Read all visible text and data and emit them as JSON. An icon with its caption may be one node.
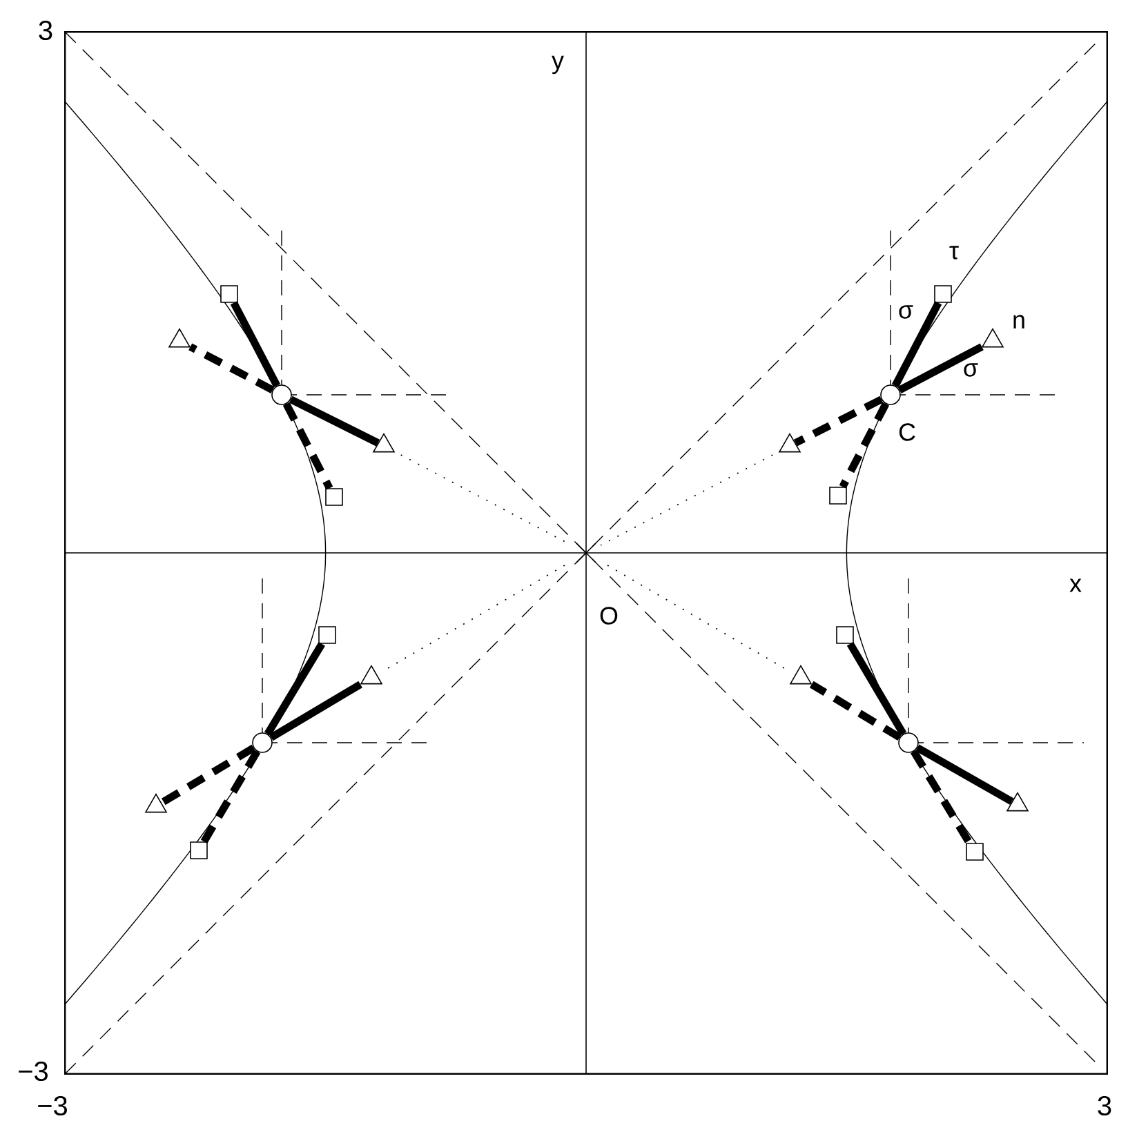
{
  "diagram": {
    "nodes": [
      {
        "text": [],
        "shape": "circle"
      },
      {
        "text": [],
        "shape": "box"
      },
      {
        "text": [],
        "shape": "triangle"
      },
      {
        "text": [],
        "shape": "triangle"
      },
      {
        "text": [],
        "shape": "box"
      },
      {
        "text": [],
        "shape": "circle",
        "beside": [
          "C"
        ]
      },
      {
        "text": [],
        "shape": "box",
        "beside": [
          "τ"
        ]
      },
      {
        "text": [],
        "shape": "triangle",
        "beside": [
          "n"
        ]
      },
      {
        "text": [],
        "shape": "triangle"
      },
      {
        "text": [],
        "shape": "box"
      },
      {
        "text": [],
        "shape": "circle"
      },
      {
        "text": [],
        "shape": "box"
      },
      {
        "text": [],
        "shape": "triangle"
      },
      {
        "text": [],
        "shape": "triangle"
      },
      {
        "text": [],
        "shape": "box"
      },
      {
        "text": [],
        "shape": "circle"
      },
      {
        "text": [],
        "shape": "box"
      },
      {
        "text": [],
        "shape": "triangle"
      },
      {
        "text": [],
        "shape": "triangle"
      },
      {
        "text": [],
        "shape": "box"
      }
    ],
    "edges": [
      {
        "from": 0,
        "to": 1,
        "arrow": "none"
      },
      {
        "from": 0,
        "to": 2,
        "arrow": "none"
      },
      {
        "from": 0,
        "to": 3,
        "arrow": "none",
        "style": "dashed"
      },
      {
        "from": 0,
        "to": 4,
        "arrow": "none",
        "style": "dashed"
      },
      {
        "from": 5,
        "to": 6,
        "arrow": "none"
      },
      {
        "from": 5,
        "to": 7,
        "arrow": "none"
      },
      {
        "from": 5,
        "to": 8,
        "arrow": "none",
        "style": "dashed"
      },
      {
        "from": 5,
        "to": 9,
        "arrow": "none",
        "style": "dashed"
      },
      {
        "from": 10,
        "to": 11,
        "arrow": "none"
      },
      {
        "from": 10,
        "to": 12,
        "arrow": "none"
      },
      {
        "from": 10,
        "to": 13,
        "arrow": "none",
        "style": "dashed"
      },
      {
        "from": 10,
        "to": 14,
        "arrow": "none",
        "style": "dashed"
      },
      {
        "from": 15,
        "to": 16,
        "arrow": "none"
      },
      {
        "from": 15,
        "to": 17,
        "arrow": "none"
      },
      {
        "from": 15,
        "to": 18,
        "arrow": "none",
        "style": "dashed"
      },
      {
        "from": 15,
        "to": 19,
        "arrow": "none",
        "style": "dashed"
      }
    ],
    "labels": [
      "3",
      "y",
      "σ",
      "σ",
      "x",
      "O",
      "−3",
      "−3",
      "3"
    ]
  }
}
